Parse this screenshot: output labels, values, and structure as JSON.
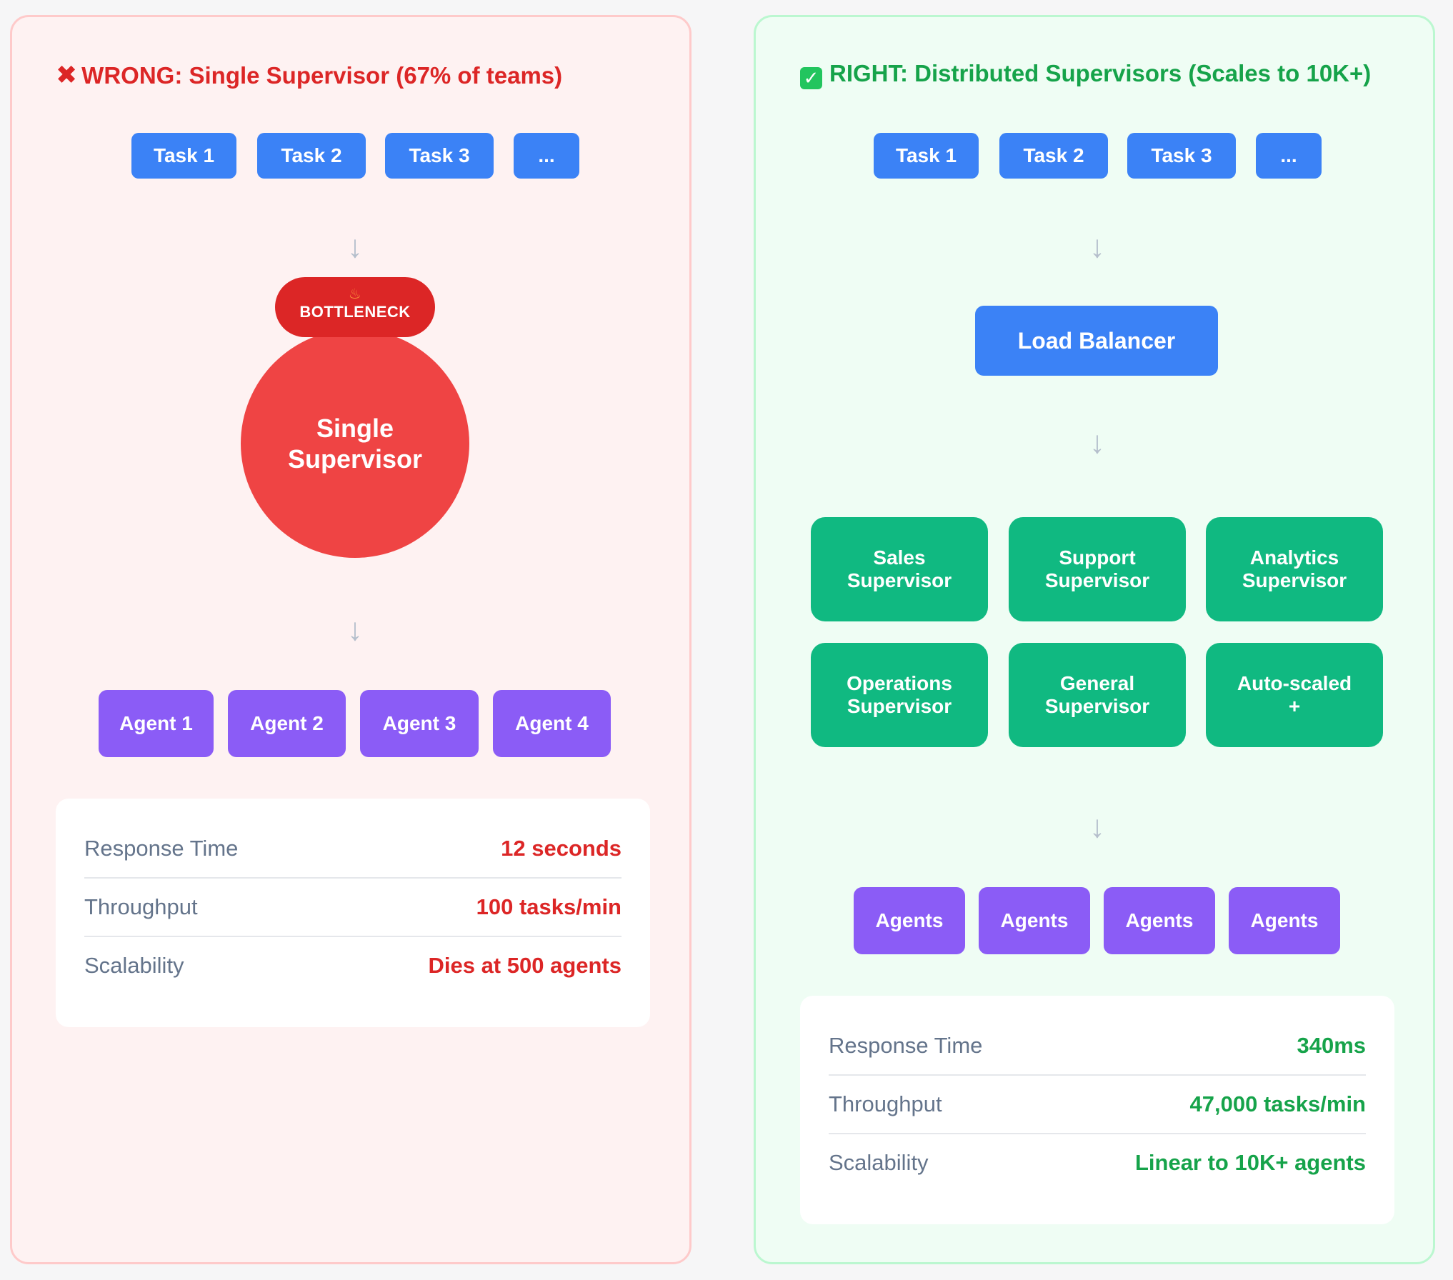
{
  "wrong": {
    "title": "WRONG: Single Supervisor (67% of teams)",
    "icon": "cross-mark-icon",
    "tasks": [
      "Task 1",
      "Task 2",
      "Task 3",
      "..."
    ],
    "badge": "BOTTLENECK",
    "supervisor_line1": "Single",
    "supervisor_line2": "Supervisor",
    "agents": [
      "Agent 1",
      "Agent 2",
      "Agent 3",
      "Agent 4"
    ],
    "metrics": [
      {
        "label": "Response Time",
        "value": "12 seconds"
      },
      {
        "label": "Throughput",
        "value": "100 tasks/min"
      },
      {
        "label": "Scalability",
        "value": "Dies at 500 agents"
      }
    ],
    "accent": "#dc2626"
  },
  "right": {
    "title": "RIGHT: Distributed Supervisors (Scales to 10K+)",
    "icon": "check-mark-icon",
    "tasks": [
      "Task 1",
      "Task 2",
      "Task 3",
      "..."
    ],
    "load_balancer": "Load Balancer",
    "supervisors": [
      {
        "line1": "Sales",
        "line2": "Supervisor"
      },
      {
        "line1": "Support",
        "line2": "Supervisor"
      },
      {
        "line1": "Analytics",
        "line2": "Supervisor"
      },
      {
        "line1": "Operations",
        "line2": "Supervisor"
      },
      {
        "line1": "General",
        "line2": "Supervisor"
      },
      {
        "line1": "Auto-scaled",
        "line2": "+"
      }
    ],
    "agents": [
      "Agents",
      "Agents",
      "Agents",
      "Agents"
    ],
    "metrics": [
      {
        "label": "Response Time",
        "value": "340ms"
      },
      {
        "label": "Throughput",
        "value": "47,000 tasks/min"
      },
      {
        "label": "Scalability",
        "value": "Linear to 10K+ agents"
      }
    ],
    "accent": "#16a34a"
  },
  "arrow_glyph": "↓"
}
